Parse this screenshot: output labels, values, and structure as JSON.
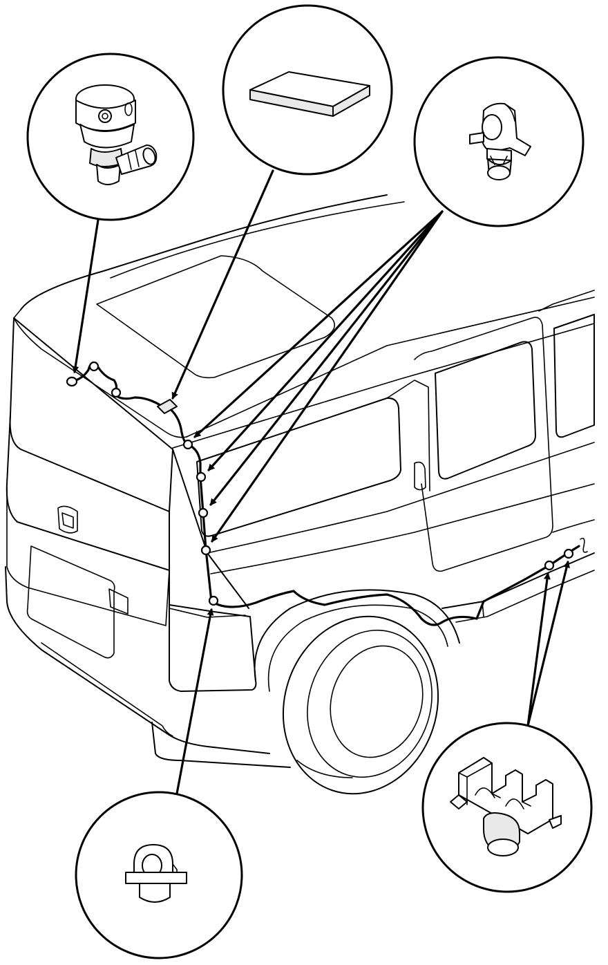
{
  "diagram": {
    "view": "rear-three-quarter-vehicle",
    "colors": {
      "line": "#000000",
      "background": "#ffffff",
      "part_shade": "#e9e9e9"
    },
    "callouts": [
      {
        "id": "pump",
        "part": "washer-motor-icon"
      },
      {
        "id": "pad",
        "part": "foam-pad-icon"
      },
      {
        "id": "clip-upper",
        "part": "harness-clip-icon"
      },
      {
        "id": "clip-lower",
        "part": "harness-clip-icon"
      },
      {
        "id": "clamp",
        "part": "double-harness-clamp-icon"
      }
    ]
  }
}
